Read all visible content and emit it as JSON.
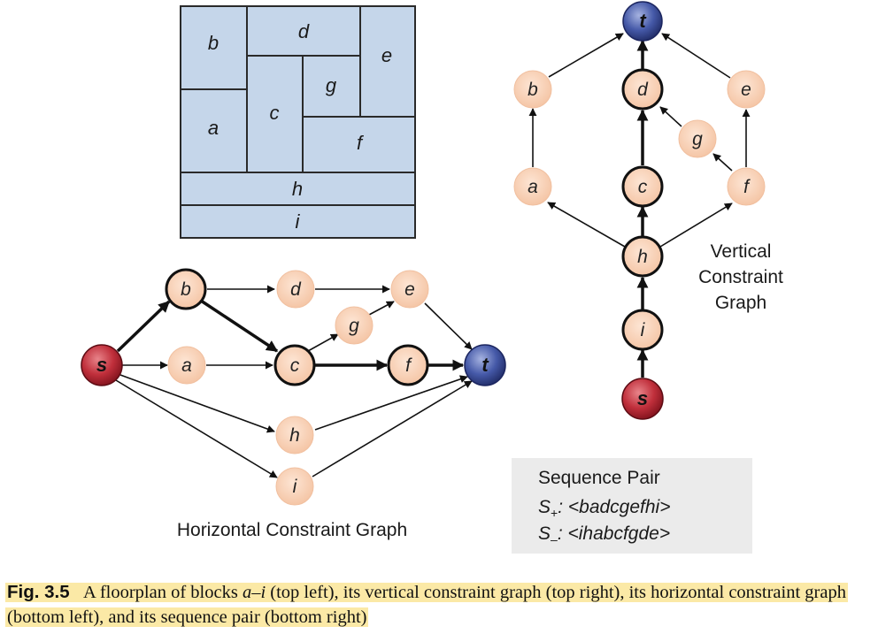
{
  "floorplan": {
    "blocks": {
      "a": "a",
      "b": "b",
      "c": "c",
      "d": "d",
      "e": "e",
      "f": "f",
      "g": "g",
      "h": "h",
      "i": "i"
    },
    "fill_color": "#c5d6ea",
    "edge_color": "#2a2a2a"
  },
  "vertical_graph": {
    "title_lines": [
      "Vertical",
      "Constraint",
      "Graph"
    ],
    "nodes": {
      "s": "s",
      "t": "t",
      "a": "a",
      "b": "b",
      "c": "c",
      "d": "d",
      "e": "e",
      "f": "f",
      "g": "g",
      "h": "h",
      "i": "i"
    }
  },
  "horizontal_graph": {
    "title": "Horizontal Constraint Graph",
    "nodes": {
      "s": "s",
      "t": "t",
      "a": "a",
      "b": "b",
      "c": "c",
      "d": "d",
      "e": "e",
      "f": "f",
      "g": "g",
      "h": "h",
      "i": "i"
    }
  },
  "sequence_pair": {
    "title": "Sequence Pair",
    "s_plus_label": "S",
    "s_plus_sub": "+",
    "s_plus_value": ": <badcgefhi>",
    "s_minus_label": "S",
    "s_minus_sub": "–",
    "s_minus_value": ": <ihabcfgde>"
  },
  "caption": {
    "fig_number": "Fig. 3.5",
    "text_1": "A floorplan of blocks ",
    "blocks_range": "a–i",
    "text_2": " (top left), its vertical constraint graph (top right), its horizontal constraint graph (bottom left), and its sequence pair (bottom right)"
  },
  "colors": {
    "node_fill": "#f7cfb4",
    "node_stroke_light": "#f3c2a3",
    "source_fill": "#b52733",
    "sink_fill": "#3c4f9b",
    "highlight": "#fbe9a6",
    "sequence_box": "#ebebeb"
  }
}
